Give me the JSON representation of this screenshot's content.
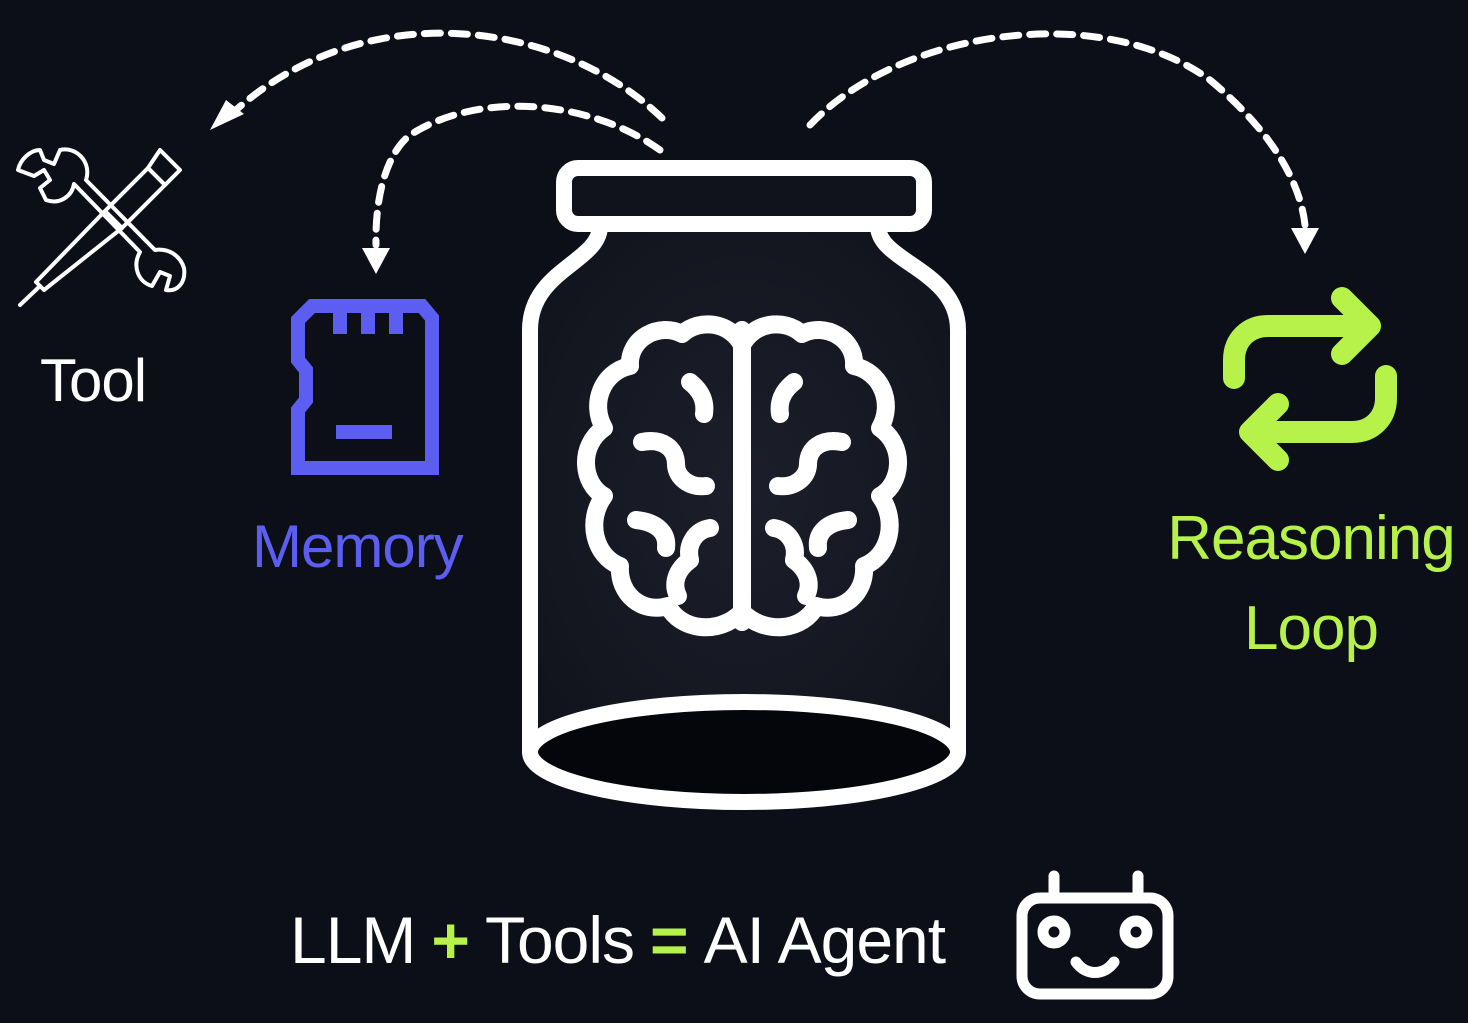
{
  "labels": {
    "tool": "Tool",
    "memory": "Memory",
    "reasoning_line1": "Reasoning",
    "reasoning_line2": "Loop"
  },
  "equation": {
    "term1": "LLM",
    "plus": "+",
    "term2": "Tools",
    "equals": "=",
    "result": "AI Agent"
  },
  "icons": {
    "tool": "wrench-screwdriver-icon",
    "memory": "sd-card-icon",
    "reasoning": "repeat-loop-icon",
    "center": "brain-in-jar-icon",
    "agent": "robot-face-icon"
  },
  "colors": {
    "background": "#0c0e18",
    "memory": "#5b5ef0",
    "reasoning": "#b6f24a",
    "text": "#ffffff"
  }
}
